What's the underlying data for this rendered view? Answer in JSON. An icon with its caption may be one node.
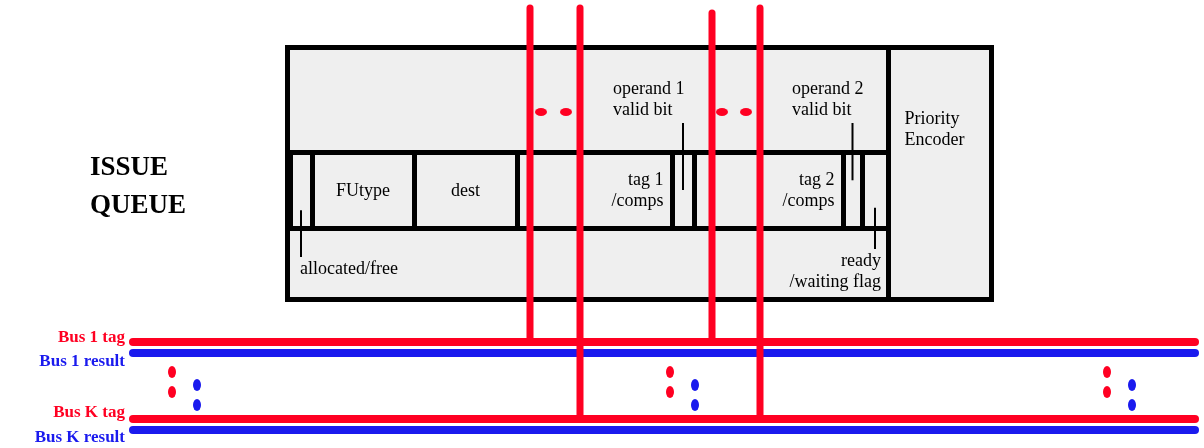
{
  "diagram": {
    "nodes": [
      {
        "text": [],
        "shape": "box"
      },
      {
        "text": [],
        "shape": "box",
        "in": 0
      },
      {
        "text": [
          "FUtype"
        ],
        "in": 0
      },
      {
        "text": [
          "dest"
        ],
        "in": 0
      },
      {
        "text": [
          "tag 1 /comps"
        ],
        "in": 0
      },
      {
        "text": [],
        "shape": "box",
        "in": 0
      },
      {
        "text": [
          "tag 2 /comps"
        ],
        "in": 0
      },
      {
        "text": [],
        "shape": "box",
        "in": 0
      },
      {
        "text": [],
        "shape": "box",
        "in": 0
      },
      {
        "text": [
          "Priority Encoder"
        ],
        "in": 0
      },
      {
        "text": [
          "allocated/free"
        ],
        "in": 0
      },
      {
        "text": [
          "operand 1 valid bit"
        ],
        "in": 0
      },
      {
        "text": [
          "operand 2 valid bit"
        ],
        "in": 0
      },
      {
        "text": [
          "ready /waiting flag"
        ],
        "in": 0
      },
      {
        "text": [],
        "shape": "bar",
        "beside": [
          "Bus 1 tag"
        ]
      },
      {
        "text": [],
        "shape": "bar",
        "beside": [
          "Bus 1 result"
        ]
      },
      {
        "text": [],
        "shape": "bar",
        "beside": [
          "Bus K tag"
        ]
      },
      {
        "text": [],
        "shape": "bar",
        "beside": [
          "Bus K result"
        ]
      }
    ],
    "edges": [
      {
        "from": 10,
        "to": 1,
        "arrow": "none"
      },
      {
        "from": 11,
        "to": 5,
        "arrow": "none"
      },
      {
        "from": 12,
        "to": 7,
        "arrow": "none"
      },
      {
        "from": 13,
        "to": 8,
        "arrow": "none"
      },
      {
        "from": null,
        "to": 14,
        "arrow": "none",
        "style": "thick",
        "color": "#ff0022"
      },
      {
        "from": null,
        "to": 16,
        "arrow": "none",
        "style": "thick",
        "color": "#ff0022"
      },
      {
        "from": null,
        "to": 14,
        "arrow": "none",
        "style": "thick",
        "color": "#ff0022"
      },
      {
        "from": null,
        "to": 16,
        "arrow": "none",
        "style": "thick",
        "color": "#ff0022"
      }
    ],
    "labels": [
      "ISSUE QUEUE"
    ]
  }
}
